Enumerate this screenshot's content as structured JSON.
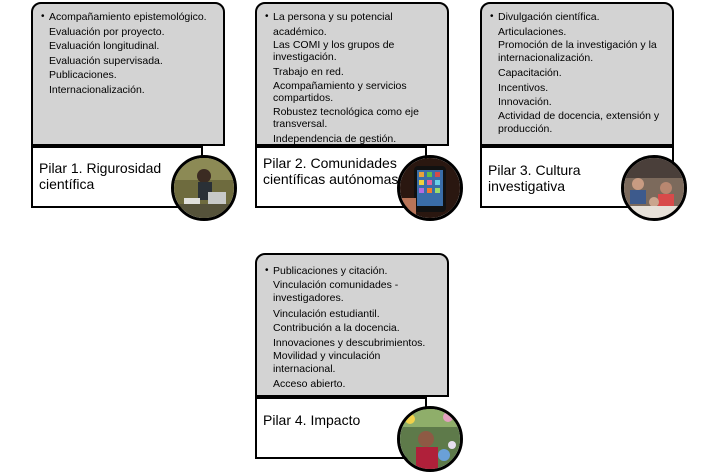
{
  "pillars": [
    {
      "title": "Pilar 1. Rigurosidad científica",
      "items": [
        "Acompañamiento epistemológico.",
        "Evaluación por proyecto.",
        "Evaluación longitudinal.",
        "Evaluación supervisada.",
        "Publicaciones.",
        "Internacionalización."
      ],
      "photo": "researcher-lab-photo"
    },
    {
      "title": "Pilar 2. Comunidades científicas autónomas",
      "items": [
        "La persona y su potencial académico.",
        "Las COMI y los grupos de investigación.",
        "Trabajo en red.",
        "Acompañamiento y servicios compartidos.",
        "Robustez tecnológica como eje transversal.",
        "Independencia de gestión."
      ],
      "photo": "smartphone-photo"
    },
    {
      "title": "Pilar 3. Cultura investigativa",
      "items": [
        "Divulgación científica.",
        "Articulaciones.",
        "Promoción de la investigación y la internacionalización.",
        "Capacitación.",
        "Incentivos.",
        "Innovación.",
        "Actividad de docencia, extensión y producción."
      ],
      "photo": "classroom-photo"
    },
    {
      "title": "Pilar 4. Impacto",
      "items": [
        "Publicaciones y citación.",
        "Vinculación comunidades - investigadores.",
        "Vinculación estudiantil.",
        "Contribución a la docencia.",
        "Innovaciones y descubrimientos.",
        "Movilidad y vinculación internacional.",
        "Acceso abierto."
      ],
      "photo": "market-vendor-photo"
    }
  ]
}
